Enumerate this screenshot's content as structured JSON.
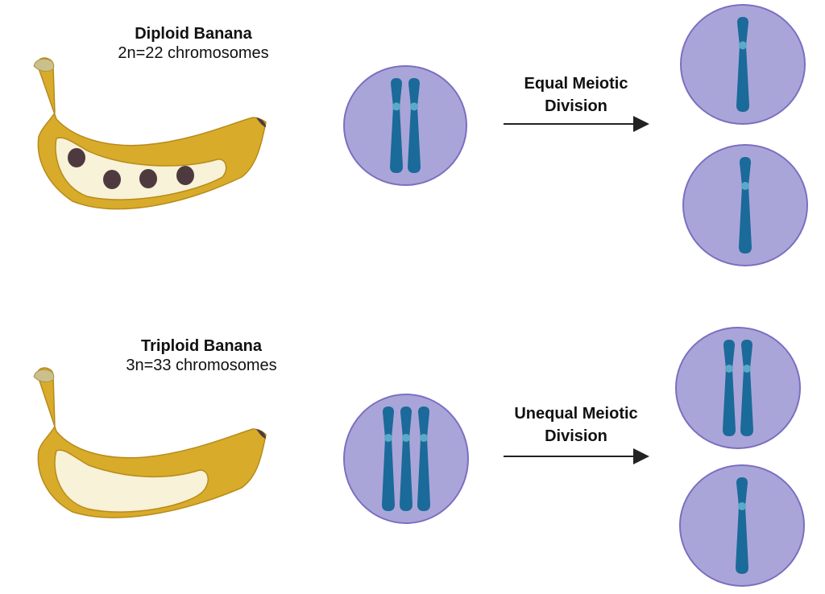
{
  "rows": [
    {
      "title": "Diploid Banana",
      "subtitle": "2n=22 chromosomes",
      "arrow_label_line1": "Equal Meiotic",
      "arrow_label_line2": "Division",
      "has_seeds": true,
      "parent_chromosomes": 2,
      "daughter_chromosomes": [
        1,
        1
      ]
    },
    {
      "title": "Triploid Banana",
      "subtitle": "3n=33 chromosomes",
      "arrow_label_line1": "Unequal Meiotic",
      "arrow_label_line2": "Division",
      "has_seeds": false,
      "parent_chromosomes": 3,
      "daughter_chromosomes": [
        2,
        1
      ]
    }
  ],
  "colors": {
    "cell_fill": "#aaa5d9",
    "cell_stroke": "#7b6fc0",
    "chromosome": "#1a6a9a",
    "centromere": "#5aaac8",
    "banana_peel": "#d8ac2a",
    "banana_flesh": "#f7f2d8",
    "seed": "#4e3a3e",
    "arrow": "#222222"
  }
}
